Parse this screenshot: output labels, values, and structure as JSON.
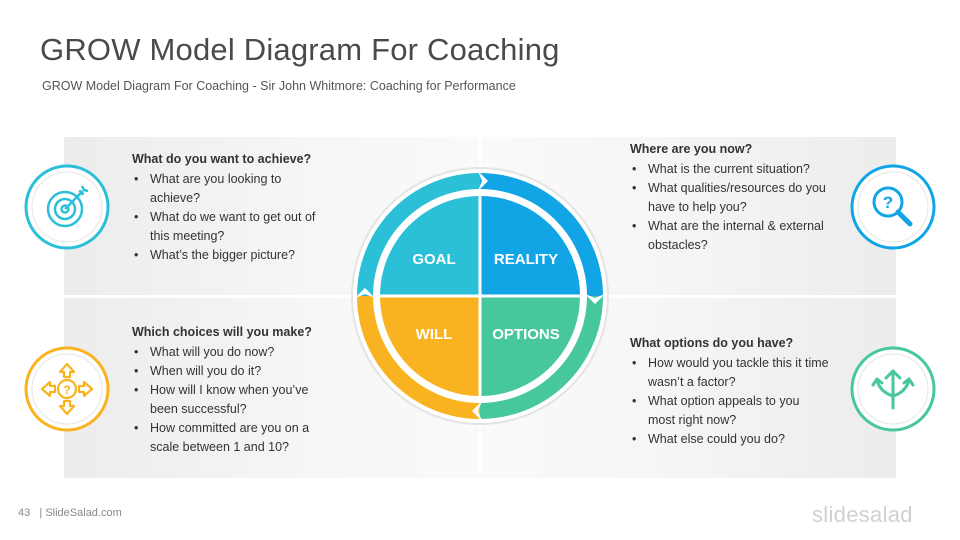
{
  "slide": {
    "title": "GROW Model Diagram For Coaching",
    "subtitle": "GROW Model Diagram For Coaching - Sir John Whitmore: Coaching for Performance",
    "page_number": "43",
    "footer_text": "| SlideSalad.com",
    "brand": "slidesalad"
  },
  "quadrants": {
    "goal": {
      "label": "GOAL",
      "color": "#2bc0d8",
      "icon": "target-icon",
      "heading": "What do you want to achieve?",
      "items": [
        "What are you looking to achieve?",
        "What do we want to get out of this meeting?",
        "What’s the bigger picture?"
      ]
    },
    "reality": {
      "label": "REALITY",
      "color": "#12a5e6",
      "icon": "magnifier-question-icon",
      "heading": "Where are you now?",
      "items": [
        "What is the current situation?",
        "What qualities/resources do you have to help you?",
        "What are the internal & external obstacles?"
      ]
    },
    "will": {
      "label": "WILL",
      "color": "#f9b320",
      "icon": "move-arrows-icon",
      "heading": "Which choices will you make?",
      "items": [
        "What will you do now?",
        "When will you do it?",
        "How will I know when you’ve been successful?",
        "How committed are you on a scale between 1 and 10?"
      ]
    },
    "options": {
      "label": "OPTIONS",
      "color": "#47c89b",
      "icon": "split-arrows-icon",
      "heading": "What options do you have?",
      "items": [
        "How would you tackle this it time wasn’t a factor?",
        "What option appeals to you most right now?",
        "What else could you do?"
      ]
    }
  }
}
